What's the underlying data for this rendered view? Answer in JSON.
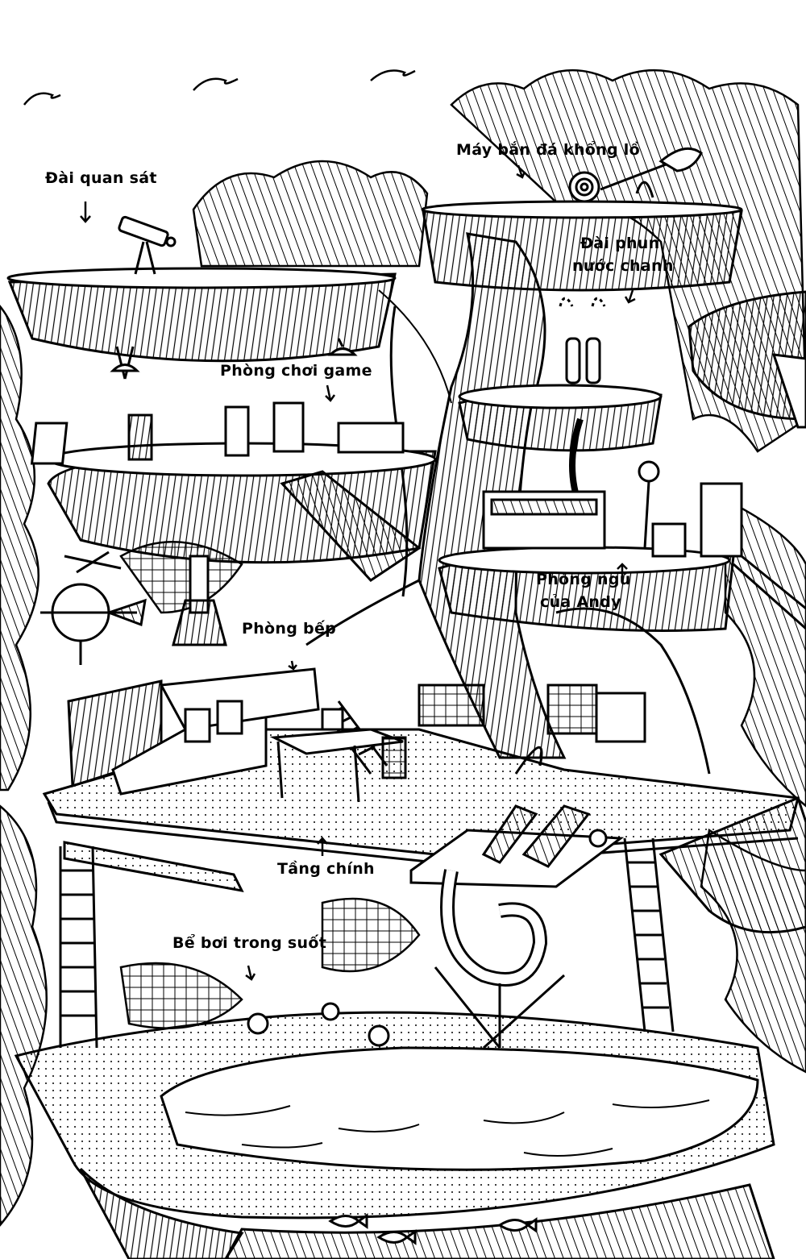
{
  "labels": {
    "observatory": "Đài quan sát",
    "catapult": "Máy bắn đá khổng lồ",
    "lemonade_line1": "Đài phun",
    "lemonade_line2": "nước chanh",
    "game_room": "Phòng chơi game",
    "kitchen": "Phòng bếp",
    "andy_room_line1": "Phòng ngủ",
    "andy_room_line2": "của Andy",
    "main_floor": "Tầng chính",
    "pool": "Bể bơi trong suốt"
  },
  "arrows": {
    "down": "↓",
    "up": "↑"
  }
}
